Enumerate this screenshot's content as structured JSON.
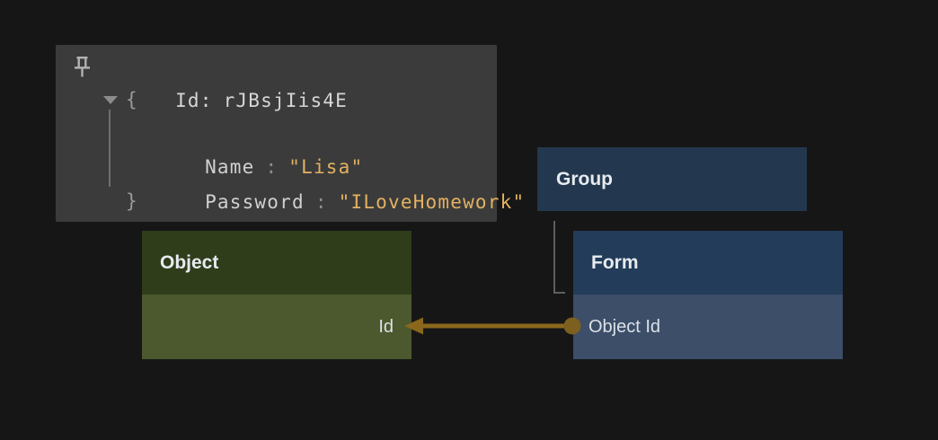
{
  "colors": {
    "canvas-bg": "#161616",
    "panel-bg": "#3B3B3B",
    "panel-text": "#D6D6D6",
    "panel-symbol": "#9B9B9B",
    "panel-expander": "#8C8C8C",
    "panel-guide": "#6E6E6E",
    "panel-key": "#D0D0D0",
    "panel-colon": "#8E8E8E",
    "panel-string": "#E2B161",
    "pin": "#B3B3B3",
    "object-header-bg": "#2F3D1B",
    "object-body-bg": "#4C582D",
    "group-bg": "#23384E",
    "form-header-bg": "#233C59",
    "form-body-bg": "#3C4E68",
    "node-title": "#E7EBEF",
    "node-field": "#DCE1E8",
    "tree-line": "#5E5E5E",
    "arrow": "#8A671C",
    "arrow-dot": "#7D5F1F"
  },
  "tooltip": {
    "id_label": "Id:",
    "id_value": "rJBsjIis4E",
    "open_brace": "{",
    "close_brace": "}",
    "fields": [
      {
        "key": "Name",
        "separator": ":",
        "value": "\"Lisa\""
      },
      {
        "key": "Password",
        "separator": ":",
        "value": "\"ILoveHomework\""
      }
    ]
  },
  "nodes": {
    "group": {
      "title": "Group"
    },
    "form": {
      "title": "Form",
      "field": "Object Id"
    },
    "object": {
      "title": "Object",
      "field": "Id"
    }
  },
  "connection": {
    "from": "Object Id",
    "to": "Id"
  }
}
